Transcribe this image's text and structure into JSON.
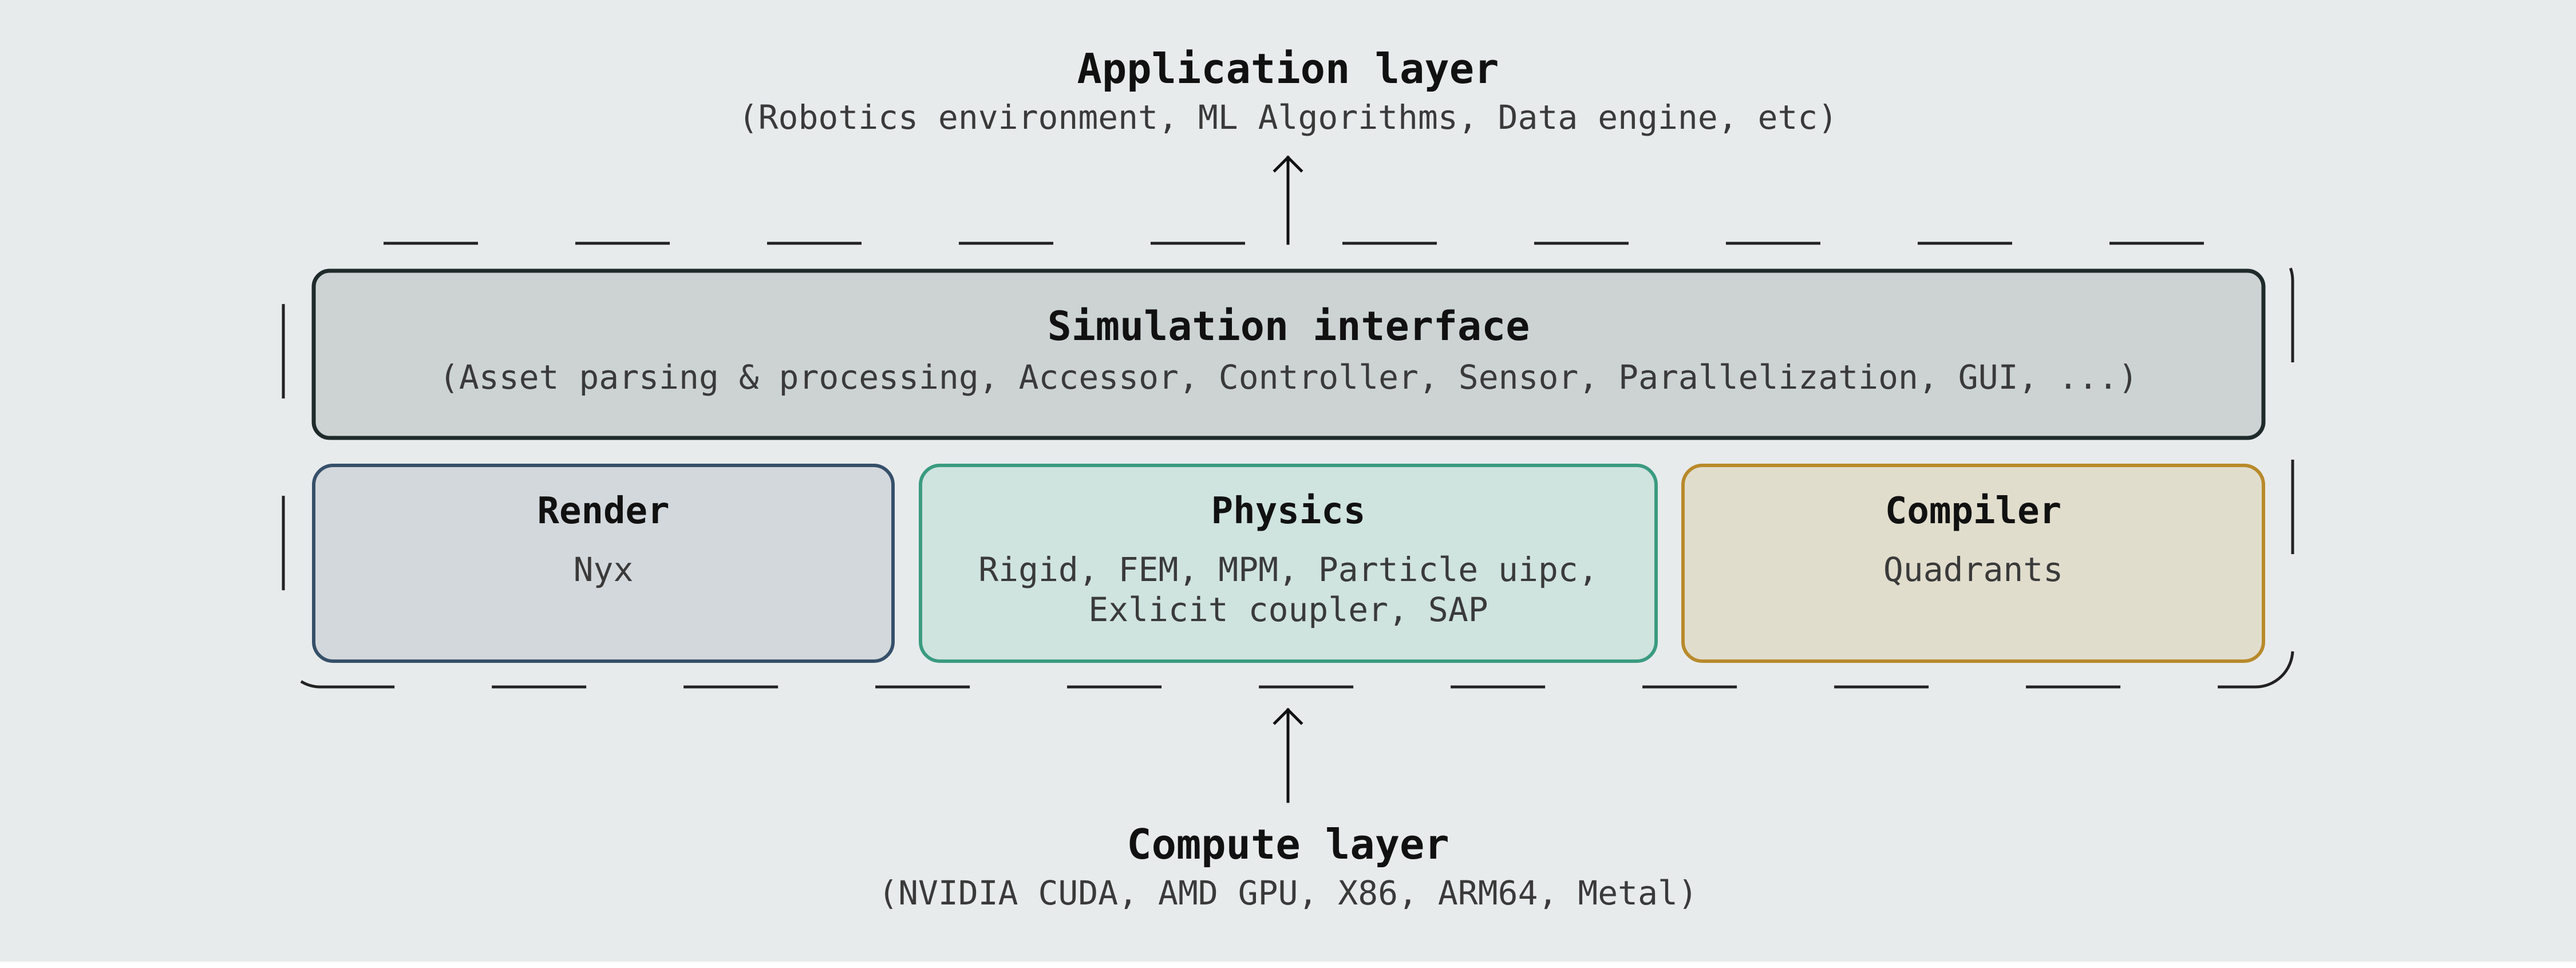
{
  "application_layer": {
    "title": "Application layer",
    "subtitle": "(Robotics environment, ML Algorithms, Data engine, etc)"
  },
  "simulation_interface": {
    "title": "Simulation interface",
    "subtitle": "(Asset parsing & processing, Accessor, Controller, Sensor, Parallelization, GUI, ...)"
  },
  "modules": {
    "render": {
      "title": "Render",
      "text": "Nyx"
    },
    "physics": {
      "title": "Physics",
      "line1": "Rigid, FEM, MPM, Particle uipc,",
      "line2": "Exlicit coupler, SAP"
    },
    "compiler": {
      "title": "Compiler",
      "text": "Quadrants"
    }
  },
  "compute_layer": {
    "title": "Compute layer",
    "subtitle": "(NVIDIA CUDA, AMD GPU, X86, ARM64, Metal)"
  },
  "colors": {
    "background": "#e8ebec",
    "simulation_fill": "#cdd3d3",
    "simulation_stroke": "#1f2a2a",
    "render_fill": "#d3d8dc",
    "render_stroke": "#36506a",
    "physics_fill": "#cfe3df",
    "physics_stroke": "#3a9b80",
    "compiler_fill": "#e1ddcd",
    "compiler_stroke": "#b88a2a",
    "dashed_frame": "#222222"
  }
}
